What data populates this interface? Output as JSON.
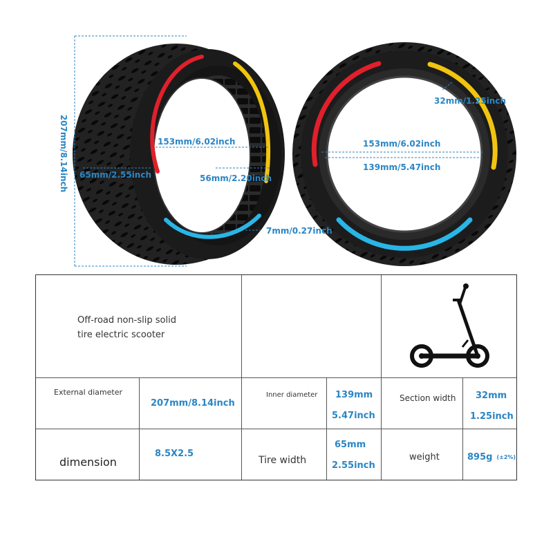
{
  "dimensions": {
    "outer_height": "207mm/8.14inch",
    "inner_left": "153mm/6.02inch",
    "tire_width": "65mm/2.55inch",
    "hub_width": "56mm/2.20inch",
    "hub_wall": "7mm/0.27inch",
    "section_right": "32mm/1.25inch",
    "inner_right_top": "153mm/6.02inch",
    "inner_right_bottom": "139mm/5.47inch"
  },
  "colors": {
    "accent": "#2a86c4",
    "stripe_red": "#e0202c",
    "stripe_yellow": "#f1c40f",
    "stripe_blue": "#29b6e6",
    "tire": "#1a1a1a"
  },
  "table": {
    "description_line1": "Off-road non-slip solid",
    "description_line2": "tire electric scooter",
    "external_diameter_label": "External diameter",
    "external_diameter_value": "207mm/8.14inch",
    "inner_diameter_label": "Inner diameter",
    "inner_diameter_value1": "139mm",
    "inner_diameter_value2": "5.47inch",
    "section_width_label": "Section width",
    "section_width_value1": "32mm",
    "section_width_value2": "1.25inch",
    "dimension_label": "dimension",
    "dimension_value": "8.5X2.5",
    "tire_width_label": "Tire width",
    "tire_width_value1": "65mm",
    "tire_width_value2": "2.55inch",
    "weight_label": "weight",
    "weight_value": "895g",
    "weight_tolerance": "(±2%)",
    "scooter_icon": "scooter-icon"
  }
}
